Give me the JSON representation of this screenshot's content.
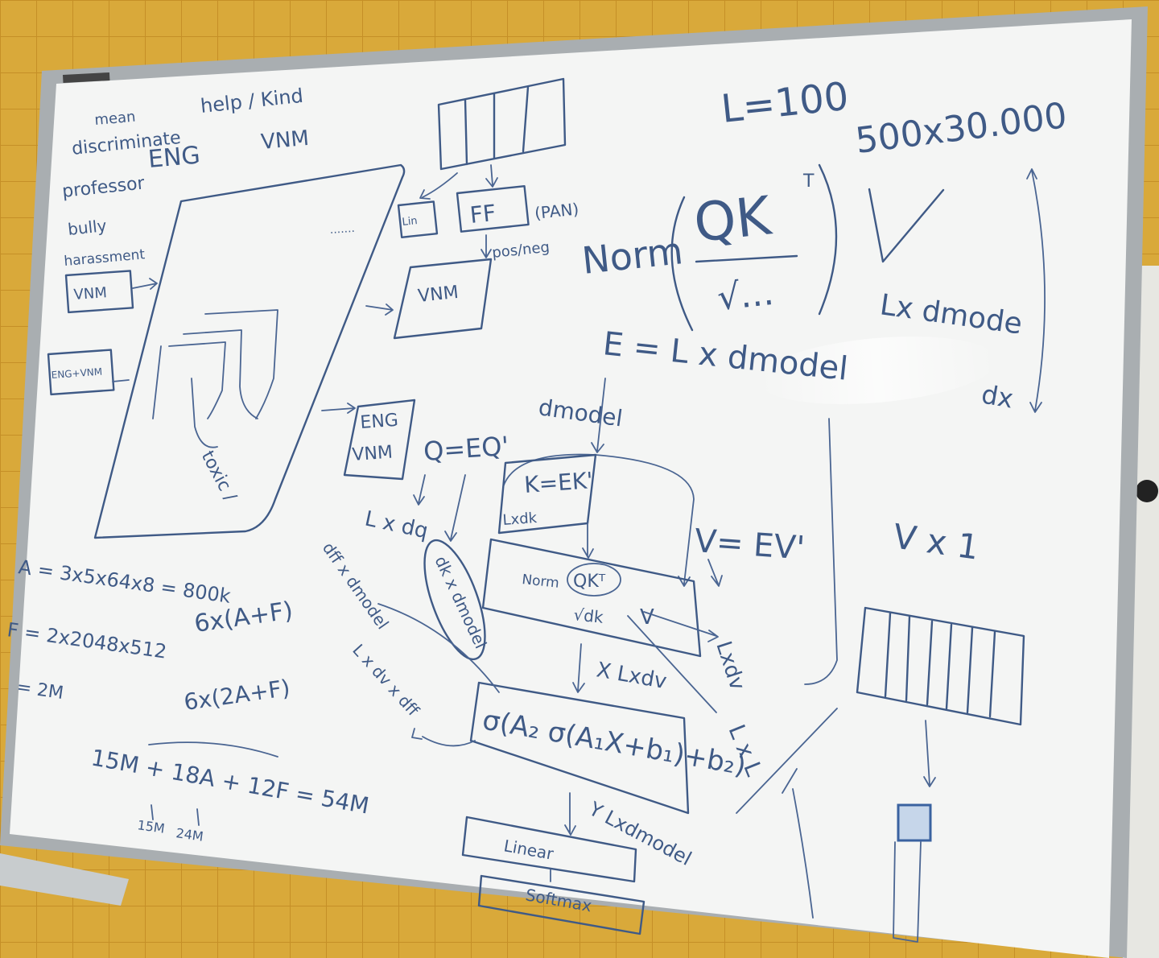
{
  "colors": {
    "wall": "#d9a93a",
    "tile_line": "#c8932a",
    "board": "#f4f5f4",
    "frame": "#a9aeb1",
    "marker": "#3f5a86"
  },
  "notes": {
    "mean": "mean",
    "help_kind": "help / Kind",
    "discriminate": "discriminate",
    "eng_head": "ENG",
    "vnm_head": "VNM",
    "professor": "professor",
    "bully": "bully",
    "harassment": "harassment",
    "vnm_box": "VNM",
    "eng_vnm_box": "ENG+VNM",
    "toxic": "toxic /",
    "ellipsis": ".......",
    "linear_small": "Lin",
    "ff": "FF",
    "pan": "(PAN)",
    "pos_neg": "pos/neg",
    "vnm_out": "VNM",
    "eng_box": "ENG",
    "vnm_box2": "VNM",
    "l100": "L=100",
    "vocab": "500x30.000",
    "norm_big": "Norm",
    "qk": "QK",
    "t_sup": "T",
    "sqrt": "√...",
    "lxdmodel_r": "Lx dmode",
    "e_eq": "E = L x dmodel",
    "dmodel": "dmodel",
    "dx": "dx",
    "q_eq": "Q=EQ'",
    "k_eq": "K=EK'",
    "v_eq": "V= EV'",
    "lxdq": "L x dq",
    "lxdk": "Lxdk",
    "dk_dmodel": "dk x dmodel",
    "norm_small": "Norm",
    "qkt": "QKᵀ",
    "sqrt_dk": "√dk",
    "v_small": "V",
    "lxdv_right": "Lxdv",
    "x_lxdv": "X Lxdv",
    "sigma": "σ(A₂ σ(A₁X+b₁)+b₂)",
    "y_lxdmodel": "Y Lxdmodel",
    "linear": "Linear",
    "softmax": "Softmax",
    "dff_dmodel": "dff x dmodel",
    "l_dv_dff": "L x dv x dff",
    "lxl": "L x L",
    "vx1": "V x 1",
    "a_eq": "A = 3x5x64x8 = 800k",
    "f_eq": "F = 2x2048x512",
    "f_res": "= 2M",
    "six_af": "6x(A+F)",
    "six_2af": "6x(2A+F)",
    "total": "15M + 18A + 12F = 54M",
    "m15": "15M",
    "m24": "24M"
  }
}
